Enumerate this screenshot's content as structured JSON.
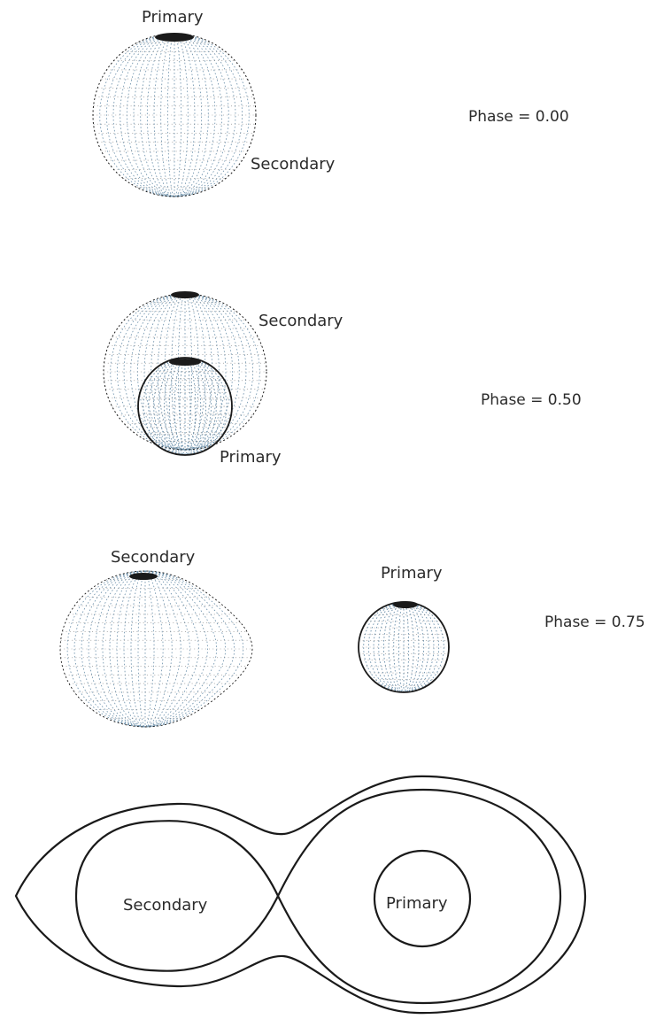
{
  "panels": [
    {
      "phase_label": "Phase = 0.00",
      "primary_label": "Primary",
      "secondary_label": "Secondary"
    },
    {
      "phase_label": "Phase = 0.50",
      "primary_label": "Primary",
      "secondary_label": "Secondary"
    },
    {
      "phase_label": "Phase = 0.75",
      "primary_label": "Primary",
      "secondary_label": "Secondary"
    }
  ],
  "roche_diagram": {
    "primary_label": "Primary",
    "secondary_label": "Secondary"
  },
  "colors": {
    "outline": "#1a1a1a",
    "meridian": "#6a8faa",
    "latitude": "#7f7f7f",
    "text": "#2b2b2b"
  }
}
